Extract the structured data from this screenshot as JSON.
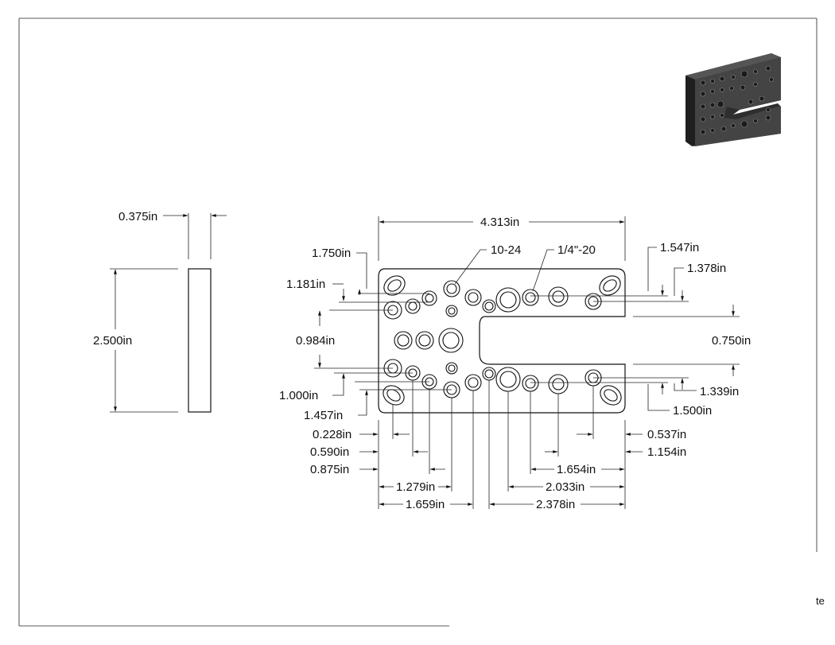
{
  "side_view": {
    "thickness": "0.375in",
    "height": "2.500in"
  },
  "top_dims": {
    "overall_width": "4.313in",
    "callout_a": "10-24",
    "callout_b": "1/4\"-20",
    "d_left_1750": "1.750in",
    "d_left_1181": "1.181in",
    "d_left_0984": "0.984in",
    "d_left_1000": "1.000in",
    "d_left_1457": "1.457in",
    "d_right_1547": "1.547in",
    "d_right_1378": "1.378in",
    "d_right_0750": "0.750in",
    "d_right_1339": "1.339in",
    "d_right_1500": "1.500in"
  },
  "bottom_dims": {
    "d_0228": "0.228in",
    "d_0590": "0.590in",
    "d_0875": "0.875in",
    "d_1279": "1.279in",
    "d_1659": "1.659in",
    "d_0537": "0.537in",
    "d_1154": "1.154in",
    "d_1654": "1.654in",
    "d_2033": "2.033in",
    "d_2378": "2.378in"
  },
  "corner_text": "te",
  "colors": {
    "line": "#111111",
    "plate_3d": "#3a3a3a",
    "background": "#ffffff"
  }
}
